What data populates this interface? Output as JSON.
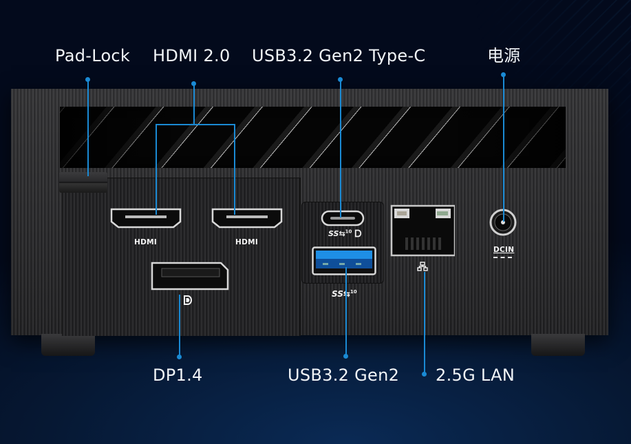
{
  "callouts": {
    "top": {
      "padlock": "Pad-Lock",
      "hdmi": "HDMI 2.0",
      "usbc": "USB3.2 Gen2 Type-C",
      "power": "电源"
    },
    "bottom": {
      "dp": "DP1.4",
      "usba": "USB3.2 Gen2",
      "lan": "2.5G LAN"
    }
  },
  "port_labels": {
    "hdmi_1": "HDMI",
    "hdmi_2": "HDMI",
    "usbc_speed": "10",
    "usba_speed": "10",
    "dcin": "DCIN"
  },
  "icons": {
    "displayport": "displayport-logo-icon",
    "superspeed": "superspeed-usb-icon",
    "network": "network-icon",
    "dc_power": "dc-power-icon"
  },
  "colors": {
    "accent": "#1a8ad4",
    "usb_blue": "#1e8fe6",
    "background": "#030a1c",
    "chassis": "#2a2a2c"
  }
}
